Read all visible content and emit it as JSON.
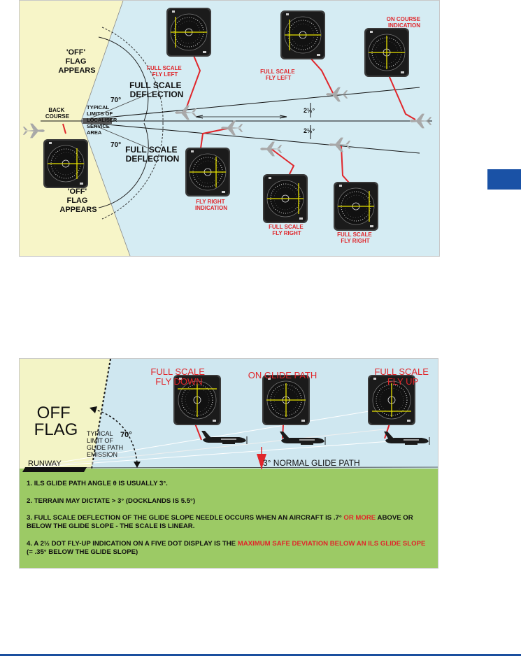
{
  "figure1": {
    "off_flag_top": [
      "'OFF'",
      "FLAG",
      "APPEARS"
    ],
    "off_flag_bottom": [
      "'OFF'",
      "FLAG",
      "APPEARS"
    ],
    "back_course": [
      "BACK",
      "COURSE"
    ],
    "typical_limits": [
      "TYPICAL",
      "LIMITS OF",
      "LOCALISER",
      "SERVICE",
      "AREA"
    ],
    "angle_top": "70°",
    "angle_bottom": "70°",
    "deflection_top": [
      "FULL SCALE",
      "DEFLECTION"
    ],
    "deflection_bottom": [
      "FULL SCALE",
      "DEFLECTION"
    ],
    "half_angle_top": "2½°",
    "half_angle_bottom": "2½°",
    "full_scale_fly_left_1": [
      "FULL SCALE",
      "FLY LEFT"
    ],
    "full_scale_fly_left_2": [
      "FULL SCALE",
      "FLY LEFT"
    ],
    "on_course": [
      "ON COURSE",
      "INDICATION"
    ],
    "fly_right_indication": [
      "FLY RIGHT",
      "INDICATION"
    ],
    "full_scale_fly_right_1": [
      "FULL SCALE",
      "FLY RIGHT"
    ],
    "full_scale_fly_right_2": [
      "FULL SCALE",
      "FLY RIGHT"
    ]
  },
  "figure2": {
    "off_flag": [
      "OFF",
      "FLAG"
    ],
    "typical_limit": [
      "TYPICAL",
      "LIMIT OF",
      "GLIDE PATH",
      "EMISSION"
    ],
    "angle": "70°",
    "runway": "RUNWAY",
    "full_scale_fly_down": [
      "FULL SCALE",
      "FLY DOWN"
    ],
    "on_glide_path": "ON GLIDE PATH",
    "full_scale_fly_up": [
      "FULL SCALE",
      "FLY UP"
    ],
    "normal_glide_path": "3° NORMAL GLIDE PATH",
    "notes": [
      {
        "num": "1.",
        "text": "ILS GLIDE PATH ANGLE θ IS USUALLY 3°.",
        "red": "",
        "after": ""
      },
      {
        "num": "2.",
        "text": "TERRAIN MAY DICTATE > 3° (DOCKLANDS IS 5.5°)",
        "red": "",
        "after": ""
      },
      {
        "num": "3.",
        "text": "FULL SCALE DEFLECTION OF THE GLIDE SLOPE NEEDLE OCCURS WHEN AN AIRCRAFT IS .7°",
        "red": " OR MORE",
        "after": " ABOVE OR BELOW THE GLIDE SLOPE - THE SCALE IS LINEAR."
      },
      {
        "num": "4.",
        "text": "A 2½ DOT FLY-UP INDICATION ON A FIVE DOT DISPLAY IS THE",
        "red": " MAXIMUM SAFE DEVIATION BELOW AN ILS GLIDE SLOPE",
        "after": " (= .35° BELOW THE GLIDE SLOPE)"
      }
    ]
  },
  "colors": {
    "sky": "#d5ecf3",
    "off_zone": "#f7f5c8",
    "ground": "#9cca65",
    "label_red": "#e0262b",
    "instrument_face": "#1b1b1b",
    "needle": "#e8e200",
    "aircraft": "#a8a8a8",
    "chapter_tab": "#1a52a6"
  }
}
